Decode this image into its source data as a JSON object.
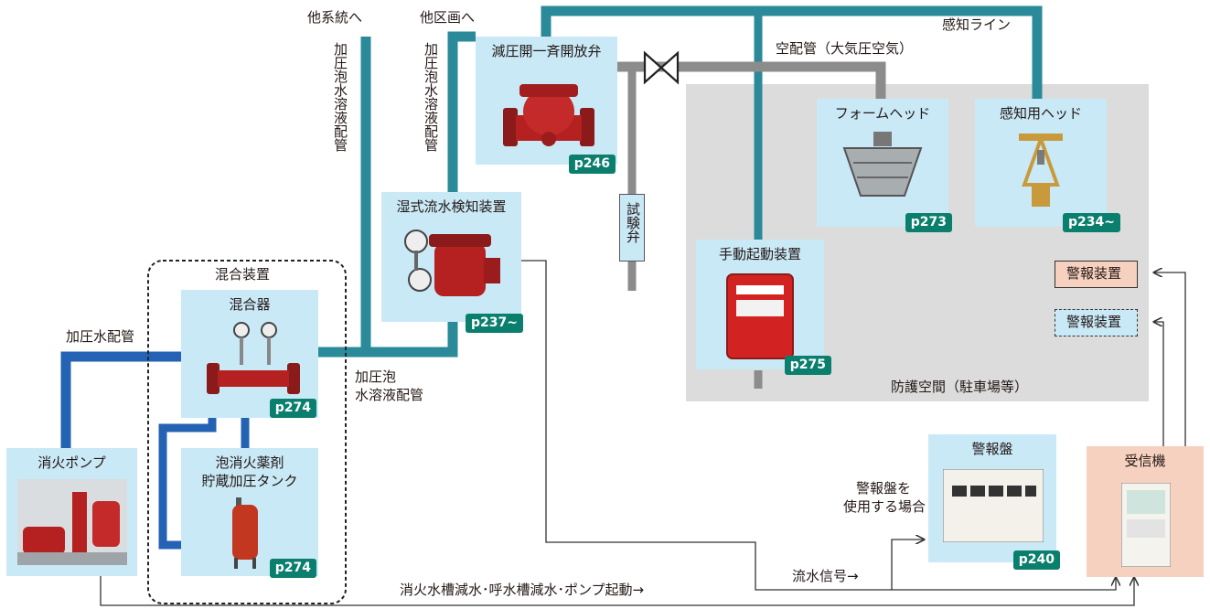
{
  "colors": {
    "teal": "#2a8a99",
    "blue": "#2462b4",
    "gray": "#8c8c8c",
    "box": "#c9e9f7",
    "badge": "#0b7f6d",
    "receiver": "#f6d1c0"
  },
  "labels": {
    "to_other_system": "他系統へ",
    "to_other_zone": "他区画へ",
    "pressurized_foam_pipe_left": "加圧泡水溶液配管",
    "pressurized_foam_pipe_mid": "加圧泡水溶液配管",
    "pressurized_foam_pipe_bottom_1": "加圧泡",
    "pressurized_foam_pipe_bottom_2": "水溶液配管",
    "sensing_line": "感知ライン",
    "air_pipe": "空配管（大気圧空気）",
    "test_valve": "試験弁",
    "pressurized_water_pipe": "加圧水配管",
    "mixing_unit": "混合装置",
    "protected_space": "防護空間（駐車場等）",
    "flow_signal": "流水信号→",
    "tank_signal": "消火水槽減水･呼水槽減水･ポンプ起動→",
    "panel_note_1": "警報盤を",
    "panel_note_2": "使用する場合"
  },
  "devices": {
    "valve": {
      "title": "減圧開一斉開放弁",
      "page": "p246"
    },
    "wet_detector": {
      "title": "湿式流水検知装置",
      "page": "p237~"
    },
    "mixer": {
      "title": "混合器",
      "page": "p274"
    },
    "tank": {
      "title_1": "泡消火薬剤",
      "title_2": "貯蔵加圧タンク",
      "page": "p274"
    },
    "pump": {
      "title": "消火ポンプ"
    },
    "foam_head": {
      "title": "フォームヘッド",
      "page": "p273"
    },
    "sensing_head": {
      "title": "感知用ヘッド",
      "page": "p234~"
    },
    "manual_start": {
      "title": "手動起動装置",
      "page": "p275"
    },
    "alarm_1": {
      "title": "警報装置"
    },
    "alarm_2": {
      "title": "警報装置"
    },
    "alarm_panel": {
      "title": "警報盤",
      "page": "p240"
    },
    "receiver": {
      "title": "受信機"
    }
  }
}
